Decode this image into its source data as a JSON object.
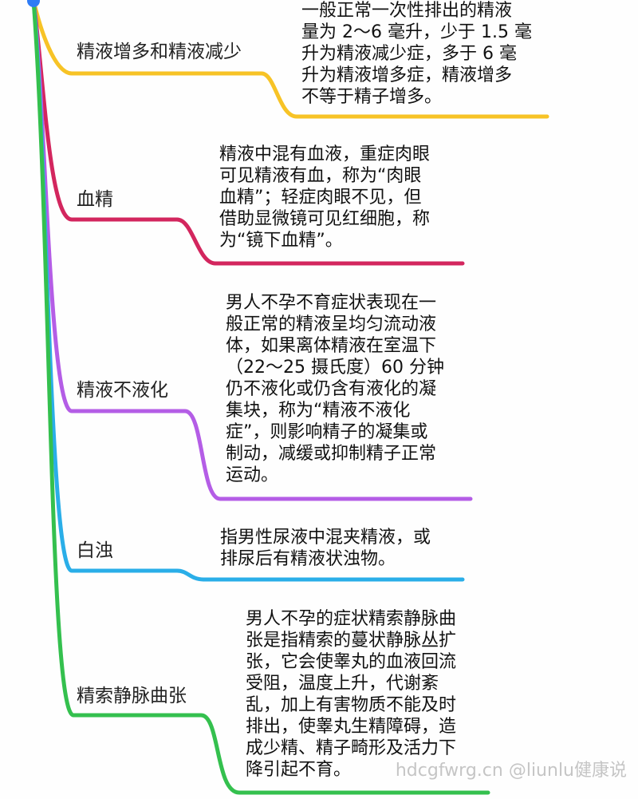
{
  "colors": {
    "root": "#2f7cf6",
    "branch_1": "#f7c326",
    "branch_2": "#d3265e",
    "branch_3": "#b45de6",
    "branch_4": "#2aaee8",
    "branch_5": "#34c04e"
  },
  "branches": [
    {
      "label": "精液增多和精液减少",
      "text": "一般正常一次性排出的精液\n量为 2～6 毫升，少于 1.5 毫\n升为精液减少症，多于 6 毫\n升为精液增多症，精液增多\n不等于精子增多。"
    },
    {
      "label": "血精",
      "text": "精液中混有血液，重症肉眼\n可见精液有血，称为“肉眼\n血精”；轻症肉眼不见，但\n借助显微镜可见红细胞，称\n为“镜下血精”。"
    },
    {
      "label": "精液不液化",
      "text": "男人不孕不育症状表现在一\n般正常的精液呈均匀流动液\n体，如果离体精液在室温下\n（22～25 摄氏度）60 分钟\n仍不液化或仍含有液化的凝\n集块，称为“精液不液化\n症”，则影响精子的凝集或\n制动，减缓或抑制精子正常\n运动。"
    },
    {
      "label": "白浊",
      "text": "指男性尿液中混夹精液，或\n排尿后有精液状浊物。"
    },
    {
      "label": "精索静脉曲张",
      "text": "男人不孕的症状精索静脉曲\n张是指精索的蔓状静脉丛扩\n张，它会使睾丸的血液回流\n受阻，温度上升，代谢紊\n乱，加上有害物质不能及时\n排出，使睾丸生精障碍，造\n成少精、精子畸形及活力下\n降引起不育。"
    }
  ],
  "watermark": "hdcgfwrg.cn  @liunlu健康说"
}
